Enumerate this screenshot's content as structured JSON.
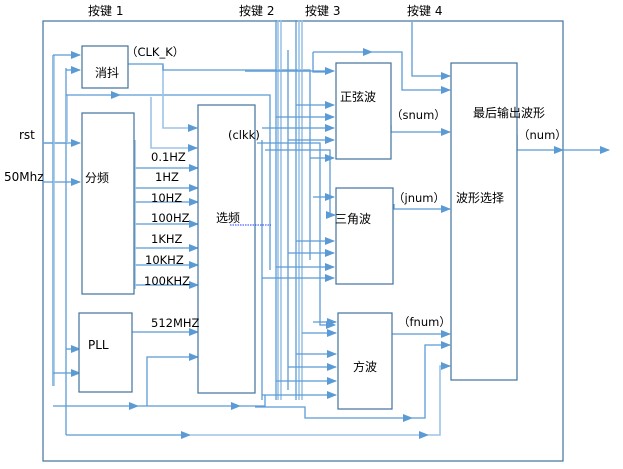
{
  "diagram": {
    "inputs": {
      "key1": "按键 1",
      "key2": "按键 2",
      "key3": "按键 3",
      "key4": "按键 4",
      "rst": "rst",
      "clk": "50Mhz"
    },
    "blocks": {
      "debounce": "消抖",
      "divider": "分频",
      "pll": "PLL",
      "freq_select": "选频",
      "sine": "正弦波",
      "triangle": "三角波",
      "square": "方波",
      "wave_select": "波形选择",
      "final_output": "最后输出波形"
    },
    "signals": {
      "clk_k": "（CLK_K）",
      "clkk": "(clkk)",
      "snum": "（snum）",
      "jnum": "（jnum）",
      "fnum": "（fnum）",
      "num": "（num）"
    },
    "frequencies": [
      "0.1HZ",
      "1HZ",
      "10HZ",
      "100HZ",
      "1KHZ",
      "10KHZ",
      "100KHZ"
    ],
    "pll_output": "512MHZ",
    "colors": {
      "wire": "#5b9bd5",
      "box_border": "#41719c"
    }
  }
}
